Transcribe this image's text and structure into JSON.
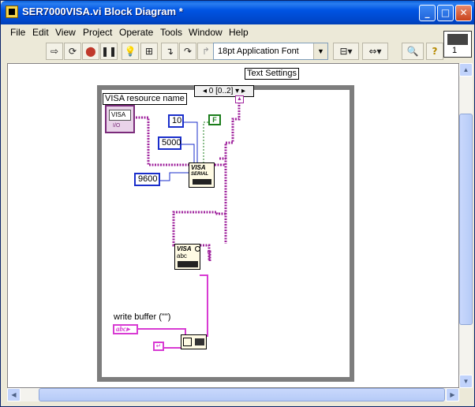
{
  "window": {
    "title": "SER7000VISA.vi Block Diagram *",
    "minimize": "_",
    "maximize": "□",
    "close": "✕"
  },
  "menu": [
    "File",
    "Edit",
    "View",
    "Project",
    "Operate",
    "Tools",
    "Window",
    "Help"
  ],
  "toolbar": {
    "run": "⇨",
    "run_continuous": "⟳",
    "abort": "⬤",
    "pause": "❚❚",
    "highlight": "💡",
    "retain": "⊞",
    "step_into": "↴",
    "step_over": "↷",
    "step_out": "↱",
    "font": "18pt Application Font",
    "font_arrow": "▼",
    "align": "⊟▾",
    "distribute": "⇔▾",
    "search": "🔍",
    "help": "?",
    "context_help_number": "1"
  },
  "diagram": {
    "tip_strip": "Text Settings",
    "visa_label": "VISA resource name",
    "visa_value": "VISA",
    "visa_io": "I/O",
    "stack_selector": "◂ 0 [0..2] ▾ ▸",
    "constants": {
      "timeout": "10",
      "bytes": "5000",
      "baud": "9600",
      "bool": "F"
    },
    "serial_vi": {
      "label": "VISA",
      "sub": "SERIAL"
    },
    "write_vi": {
      "label": "VISA",
      "sub": "abc"
    },
    "write_buffer_label": "write buffer (\"\")",
    "string_const": "abc▸"
  },
  "colors": {
    "titlebar": "#0054e3",
    "visa_wire": "#a0259e",
    "numeric_wire": "#1a2ecb",
    "string_wire": "#d83bd3",
    "boolean": "#1b7d1b"
  }
}
